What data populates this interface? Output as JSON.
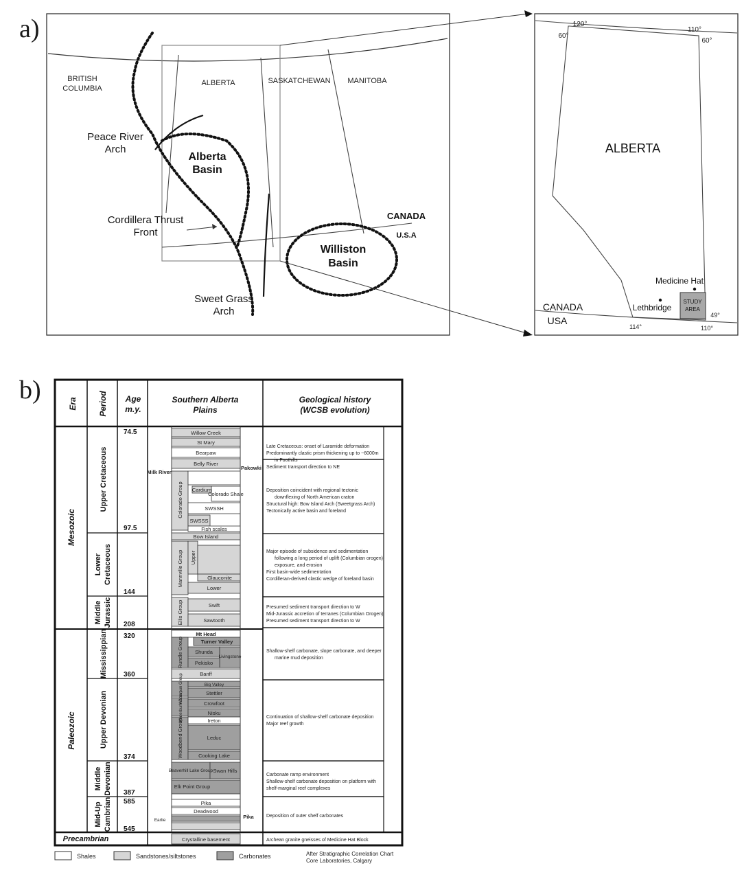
{
  "panel_a": {
    "label": "a)",
    "map_labels": {
      "british_columbia": [
        "BRITISH",
        "COLUMBIA"
      ],
      "alberta": "ALBERTA",
      "saskatchewan": "SASKATCHEWAN",
      "manitoba": "MANITOBA",
      "peace_river_arch": [
        "Peace River",
        "Arch"
      ],
      "alberta_basin": [
        "Alberta",
        "Basin"
      ],
      "cordillera": [
        "Cordillera Thrust",
        "Front"
      ],
      "canada": "CANADA",
      "usa": "U.S.A",
      "williston": [
        "Williston",
        "Basin"
      ],
      "sweet_grass": [
        "Sweet Grass",
        "Arch"
      ]
    },
    "inset": {
      "title": "ALBERTA",
      "lon_120": "120°",
      "lon_110_top": "110°",
      "lat_60_left": "60°",
      "lat_60_right": "60°",
      "medicine_hat": "Medicine Hat",
      "lethbridge": "Lethbridge",
      "study_area": [
        "STUDY",
        "AREA"
      ],
      "canada": "CANADA",
      "usa": "USA",
      "lat_49": "49°",
      "lon_114": "114°",
      "lon_110_bottom": "110°"
    }
  },
  "panel_b": {
    "label": "b)",
    "headers": {
      "era": "Era",
      "period": "Period",
      "age": [
        "Age",
        "m.y."
      ],
      "plains": [
        "Southern Alberta",
        "Plains"
      ],
      "history": [
        "Geological history",
        "(WCSB evolution)"
      ]
    },
    "eras": [
      {
        "name": "Mesozoic",
        "from": 0,
        "to": 5
      },
      {
        "name": "Paleozoic",
        "from": 5,
        "to": 9
      }
    ],
    "periods": [
      {
        "name": "Upper Cretaceous",
        "lines": [
          "Upper Cretaceous"
        ]
      },
      {
        "name": "Lower Cretaceous",
        "lines": [
          "Lower",
          "Cretaceous"
        ]
      },
      {
        "name": "Middle Jurassic",
        "lines": [
          "Middle",
          "Jurassic"
        ]
      },
      {
        "name": "Mississippian",
        "lines": [
          "Mississippian"
        ]
      },
      {
        "name": "Upper Devonian",
        "lines": [
          "Upper Devonian"
        ]
      },
      {
        "name": "Middle Devonian",
        "lines": [
          "Middle",
          "Devonian"
        ]
      },
      {
        "name": "Mid-Up Cambrian",
        "lines": [
          "Mid-Up",
          "Cambrian"
        ]
      }
    ],
    "ages": [
      "74.5",
      "97.5",
      "144",
      "208",
      "320",
      "360",
      "374",
      "387",
      "585",
      "545"
    ],
    "formations": {
      "upper_cretaceous": [
        "Willow Creek",
        "St Mary",
        "Bearpaw",
        "Belly River",
        "Colorado Group",
        "Colorado Shale",
        "SWSSH",
        "Cardium",
        "SWSSS",
        "Fish scales",
        "Bow Island"
      ],
      "side_labels": [
        "Milk River",
        "Pakowki"
      ],
      "lower_cretaceous": [
        "Mannville Group",
        "Upper",
        "Glauconite",
        "Lower"
      ],
      "jurassic": [
        "Ellis Group",
        "Swift",
        "Sawtooth"
      ],
      "mississippian": [
        "Mt Head",
        "Turner Valley",
        "Rundle Group",
        "Shunda",
        "Livingstone",
        "Pekisko",
        "Banff"
      ],
      "upper_devonian": [
        "Wabamun Group",
        "Big Valley",
        "Stettler",
        "Winterburn Group",
        "Crowfoot",
        "Nisku",
        "Ireton",
        "Woodbend Group",
        "Leduc",
        "Cooking Lake"
      ],
      "middle_devonian": [
        "Beaverhill Lake Group",
        "Swan Hills",
        "Elk Point Group"
      ],
      "cambrian": [
        "Pika",
        "Deadwood",
        "Pika",
        "Earlie"
      ],
      "precambrian_label": "Precambrian",
      "basement": "Crystalline basement"
    },
    "history": [
      [
        "Late Cretaceous: onset of Laramide deformation",
        "Predominantly clastic prism thickening up to ~6000m",
        "in Foothills",
        "Sediment transport direction to NE"
      ],
      [
        "Deposition coincident with regional tectonic",
        "downflexing of North American craton",
        "Structural high: Bow Island Arch (Sweetgrass Arch)",
        "Tectonically active basin and foreland"
      ],
      [
        "Major episode of subsidence and sedimentation",
        "following a long period of uplift (Columbian orogen),",
        "exposure, and erosion",
        "First basin-wide sedimentation",
        "Cordilleran-derived clastic wedge of foreland basin"
      ],
      [
        "Presumed sediment transport direction to W",
        "Mid-Jurassic accretion of terranes (Columbian Orogen)",
        "Presumed sediment transport direction to W"
      ],
      [
        "Shallow-shelf carbonate, slope carbonate, and deeper",
        "marine mud deposition"
      ],
      [
        "Continuation of shallow-shelf carbonate deposition",
        "Major reef growth"
      ],
      [
        "Carbonate ramp environment",
        "Shallow-shelf carbonate deposition on platform with",
        "shelf-marginal reef complexes"
      ],
      [
        "Deposition of outer shelf carbonates"
      ],
      [
        "Archean granite gneisses of Medicine Hat Block"
      ]
    ],
    "legend": {
      "shales": "Shales",
      "sandstones": "Sandstones/siltstones",
      "carbonates": "Carbonates",
      "source": [
        "After Stratigraphic Correlation Chart",
        "Core Laboratories, Calgary"
      ]
    },
    "colors": {
      "sand": "#d6d6d6",
      "carbonate": "#9f9f9f",
      "shale": "#ffffff",
      "line": "#1a1a1a"
    }
  }
}
